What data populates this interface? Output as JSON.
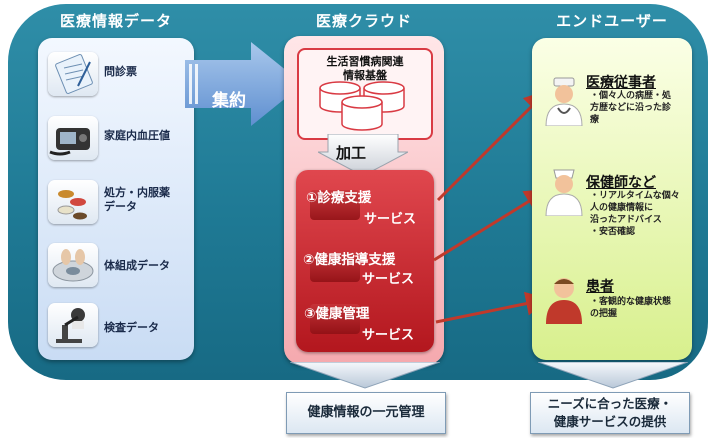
{
  "sections": {
    "left_title": "医療情報データ",
    "center_title": "医療クラウド",
    "right_title": "エンドユーザー"
  },
  "data_sources": [
    {
      "label": "問診票",
      "icon": "questionnaire-icon"
    },
    {
      "label": "家庭内血圧値",
      "icon": "blood-pressure-monitor-icon"
    },
    {
      "label": "処方・内服薬\nデータ",
      "icon": "medicine-pills-icon"
    },
    {
      "label": "体組成データ",
      "icon": "body-scale-icon"
    },
    {
      "label": "検査データ",
      "icon": "microscope-icon"
    }
  ],
  "arrow_label": "集約",
  "database": {
    "title": "生活習慣病関連\n情報基盤",
    "icon": "database-icon"
  },
  "process_label": "加工",
  "services": [
    {
      "line1": "①診療支援",
      "line2": "サービス"
    },
    {
      "line1": "②健康指導支援",
      "line2": "サービス"
    },
    {
      "line1": "③健康管理",
      "line2": "サービス"
    }
  ],
  "users": [
    {
      "title": "医療従事者",
      "desc": "・個々人の病歴・処\n方歴などに沿った診\n療",
      "icon": "doctor-icon"
    },
    {
      "title": "保健師など",
      "desc": "・リアルタイムな個々\n人の健康情報に\n沿ったアドバイス\n・安否確認",
      "icon": "nurse-icon"
    },
    {
      "title": "患者",
      "desc": "・客観的な健康状態\nの把握",
      "icon": "patient-icon"
    }
  ],
  "bottom": {
    "center": "健康情報の一元管理",
    "right": "ニーズに合った医療・\n健康サービスの提供"
  },
  "colors": {
    "band": "#1f7a95",
    "left_panel": "#c9dcf4",
    "center_panel": "#f5a9ae",
    "services": "#c8242b",
    "right_panel": "#d8f08d",
    "connector": "#c0392b"
  }
}
